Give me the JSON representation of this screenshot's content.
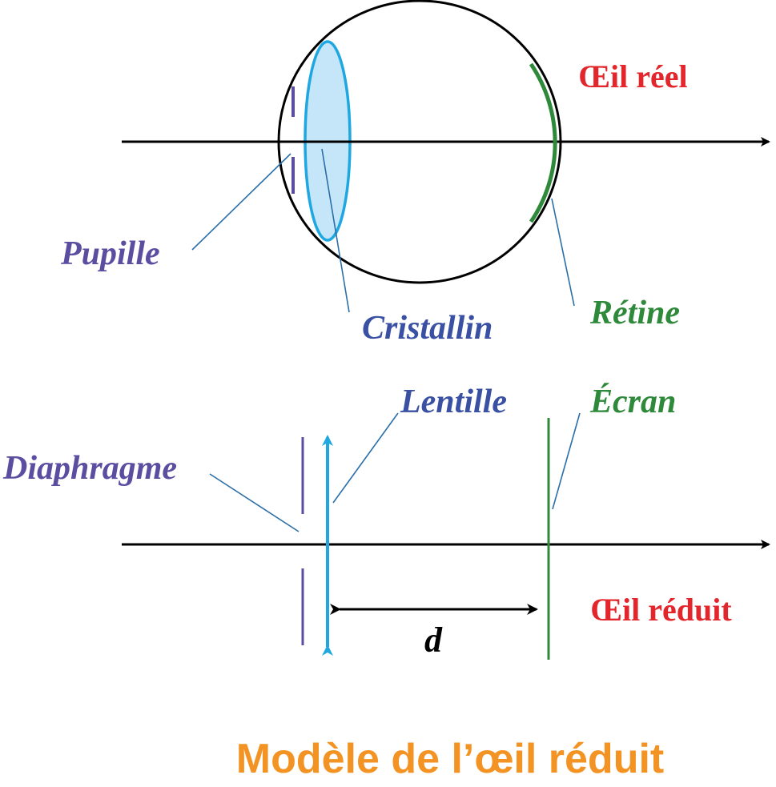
{
  "real_eye": {
    "heading": "Œil réel",
    "pupil_label": "Pupille",
    "lens_label": "Cristallin",
    "retina_label": "Rétine"
  },
  "reduced_eye": {
    "heading": "Œil réduit",
    "lens_label": "Lentille",
    "screen_label": "Écran",
    "diaphragm_label": "Diaphragme",
    "distance_label": "d"
  },
  "title": "Modèle de l’œil réduit",
  "colors": {
    "heading_red": "#e3262b",
    "violet": "#5b4ea0",
    "blue_label": "#3a51a3",
    "green": "#2e8a3a",
    "cyan": "#1ea7e1",
    "lens_fill": "#c5e6f8",
    "leader": "#2a6fa8",
    "title_orange": "#f39323",
    "black": "#000000"
  }
}
